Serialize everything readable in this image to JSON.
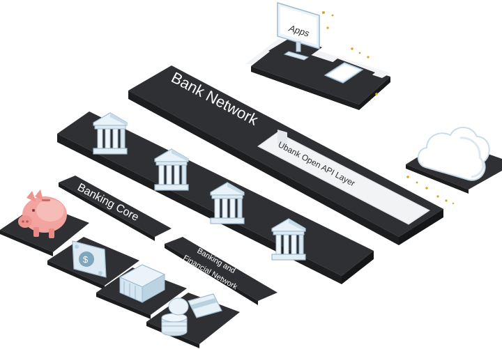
{
  "labels": {
    "apps": "Apps",
    "bank_network": "Bank Network",
    "open_api_layer": "Ubank Open API Layer",
    "banking_core": "Banking Core",
    "financial_network_line1": "Banking and",
    "financial_network_line2": "Financial Network"
  },
  "icons": {
    "apps_monitor": "monitor-icon",
    "mobile_phone": "phone-icon",
    "cloud": "cloud-icon",
    "bank_building": "bank-building-icon",
    "piggy_bank": "piggy-bank-icon",
    "money_bag": "money-bag-icon",
    "storefront": "storefront-icon",
    "coin_stack": "coin-stack-icon",
    "payment_card": "card-icon",
    "connection_dots": "connector-dots-icon"
  },
  "colors": {
    "platform_dark": "#2f3033",
    "platform_light": "#f2f4f6",
    "building_light": "#e6f2f8",
    "building_shadow": "#a9c4d6",
    "piggy_pink": "#f2a5a0",
    "connector_gold": "#d9a62a"
  }
}
